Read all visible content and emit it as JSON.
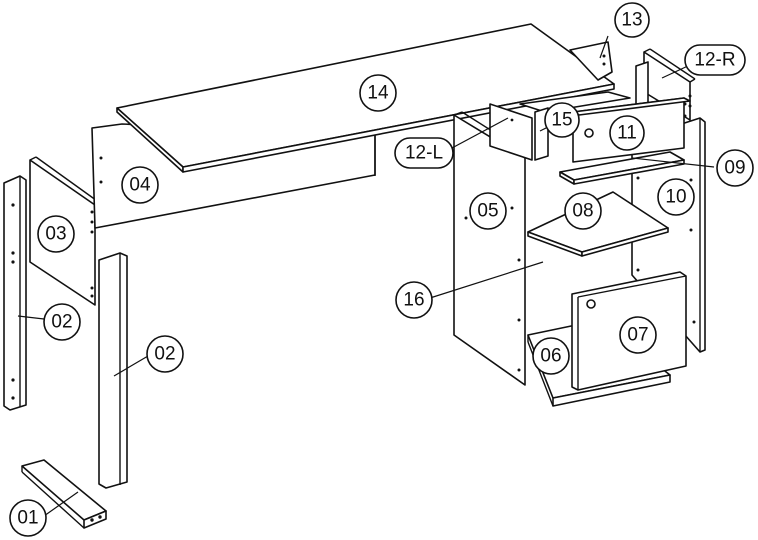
{
  "parts": {
    "p01": "01",
    "p02a": "02",
    "p02b": "02",
    "p03": "03",
    "p04": "04",
    "p05": "05",
    "p06": "06",
    "p07": "07",
    "p08": "08",
    "p09": "09",
    "p10": "10",
    "p11": "11",
    "p12l": "12-L",
    "p12r": "12-R",
    "p13": "13",
    "p14": "14",
    "p15": "15",
    "p16": "16"
  }
}
